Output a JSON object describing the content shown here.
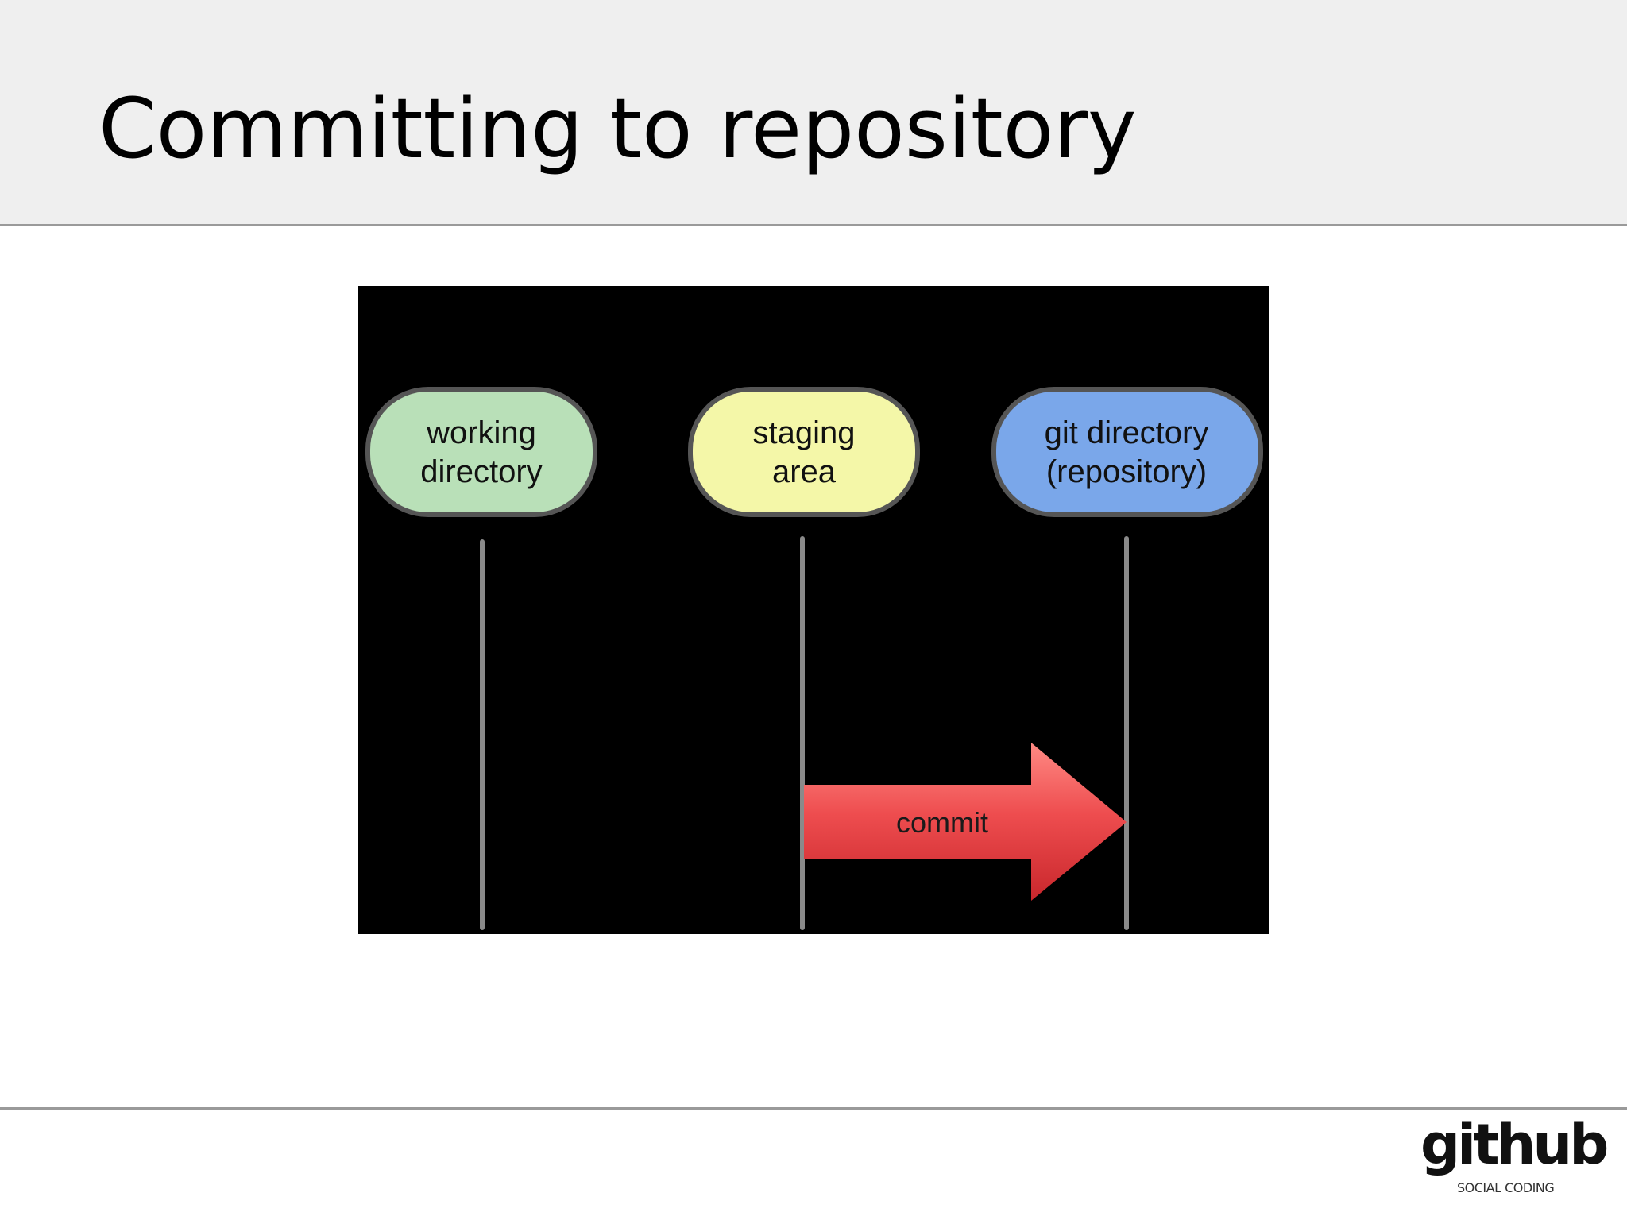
{
  "slide": {
    "title": "Committing to repository"
  },
  "diagram": {
    "nodes": [
      {
        "id": "working",
        "label_lines": [
          "working",
          "directory"
        ],
        "fill": "#b9e0b8"
      },
      {
        "id": "staging",
        "label_lines": [
          "staging",
          "area"
        ],
        "fill": "#f4f7a8"
      },
      {
        "id": "git",
        "label_lines": [
          "git directory",
          "(repository)"
        ],
        "fill": "#7aa7ea"
      }
    ],
    "arrow": {
      "label": "commit",
      "from": "staging",
      "to": "git",
      "fill": "#e8474a"
    },
    "colors": {
      "background": "#000000",
      "node_border": "#555555",
      "lifeline": "#8a8a8a"
    }
  },
  "logo": {
    "word": "github",
    "tagline": "SOCIAL CODING"
  }
}
